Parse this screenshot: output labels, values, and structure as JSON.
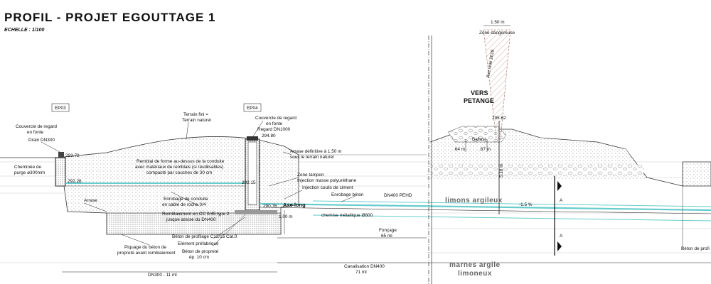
{
  "title": "PROFIL - PROJET EGOUTTAGE 1",
  "scale": "ECHELLE : 1/100",
  "chambers": {
    "left": "EP03",
    "mid": "EP04"
  },
  "labels": {
    "couvercle_left_1": "Couvercle de regard",
    "couvercle_left_2": "en fonte",
    "drain": "Drain DN300",
    "elev_293": "293.72",
    "cheminee_1": "Cheminée de",
    "cheminee_2": "purge ø300mm",
    "elev_292_26": "292.26",
    "arrase": "Arrase",
    "terrain_fini_1": "Terrain fini =",
    "terrain_fini_2": "Terrain naturel",
    "remblai_1": "Remblai de forme au-dessus de la conduite",
    "remblai_2": "avec matériaux de remblais (si réutilisables)",
    "remblai_3": "compacté par couches de 30 cm",
    "enrobage_1": "Enrobage de conduite",
    "enrobage_2": "en sable de roche 0/4",
    "remblaiement_1": "Remblaiement en CC 0/45 type 2",
    "remblaiement_2": "jusque assise du DN400",
    "beton_profilage": "Béton de profilage C12/15  Cat.0",
    "element_pref": "Elément préfabriqué",
    "beton_proprete_1": "Béton de propreté",
    "beton_proprete_2": "ép. 10 cm",
    "piquage_1": "Piquage du béton de",
    "piquage_2": "propreté avant remblaiement",
    "elev_292_15": "292.15",
    "elev_290_76": "290.76",
    "elev_294_80": "294.80",
    "couvercle_mid_1": "Couvercle de regard",
    "couvercle_mid_2": "en fonte",
    "couvercle_mid_3": "Regard DN1000",
    "arrase_def_1": "Arrase définitive à 1.50 m",
    "arrase_def_2": "sous le terrain naturel",
    "zone_tampon_1": "Zone tampon",
    "zone_tampon_2": "Injection masse polyuréthane",
    "injection": "Injection coulis de ciment",
    "enrobage_beton": "Enrobage béton",
    "dn400_pehd": "DN400 PEHD",
    "axe_long": "Axe long",
    "chemise": "chemise métallique Ø800",
    "dim_100": "1.00 m",
    "foncage_1": "Fonçage",
    "foncage_2": "65 ml",
    "canal_1": "Canalisation DN400",
    "canal_2": "71 ml",
    "dn300": "DN300 - 11 ml",
    "limons": "limons argileux",
    "marnes_1": "marnes argile",
    "marnes_2": "limoneux",
    "slope": "-1.5 %",
    "vers_1": "VERS",
    "vers_2": "PETANGE",
    "elev_295_62": "295.62",
    "ballast": "Ballast",
    "dim_64": ".64 m",
    "dim_67": ".67 m",
    "dim_518": "5.18 m",
    "dim_150": "1.50 m",
    "zone_dang": "Zone dangereuse",
    "axe_voie": "Axe voie 2019",
    "section_a1": "A",
    "section_a2": "A",
    "beton_right": "Béton de profi"
  }
}
